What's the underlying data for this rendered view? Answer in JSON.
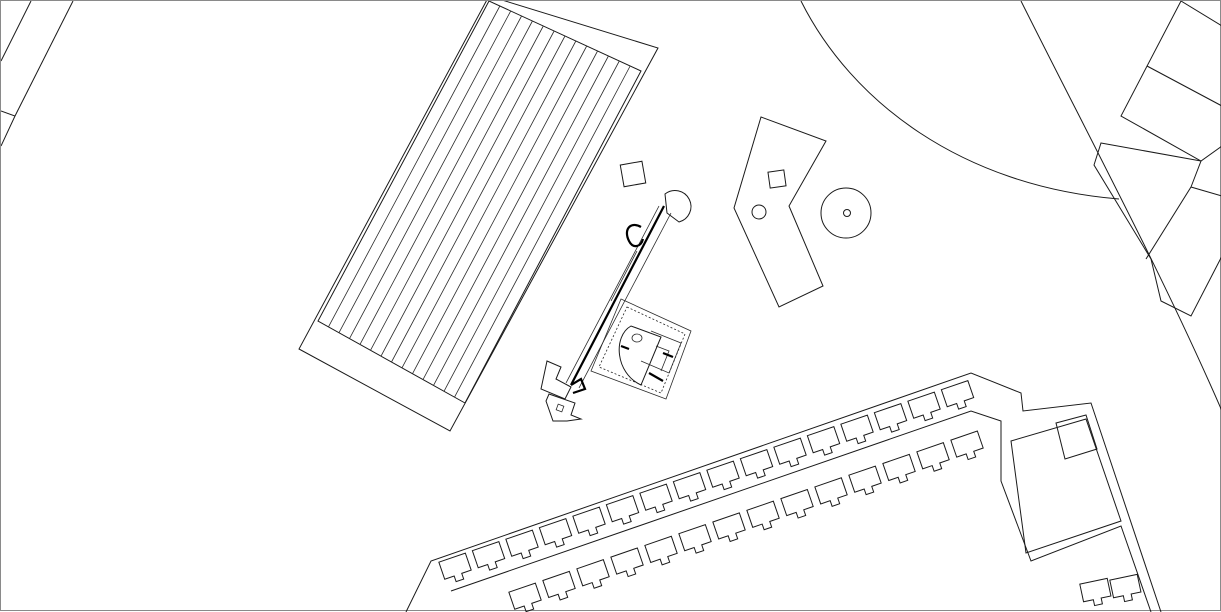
{
  "drawing": {
    "kind": "site-plan",
    "line_color": "#1a1a1a",
    "background": "#ffffff",
    "elements": [
      "terraced-field",
      "circular-plaza-arc",
      "east-buildings",
      "l-shaped-platform",
      "round-pond",
      "small-pavilion-square",
      "long-walkway",
      "courtyard-complex",
      "entry-pavilion",
      "cell-wall-blocks"
    ]
  }
}
